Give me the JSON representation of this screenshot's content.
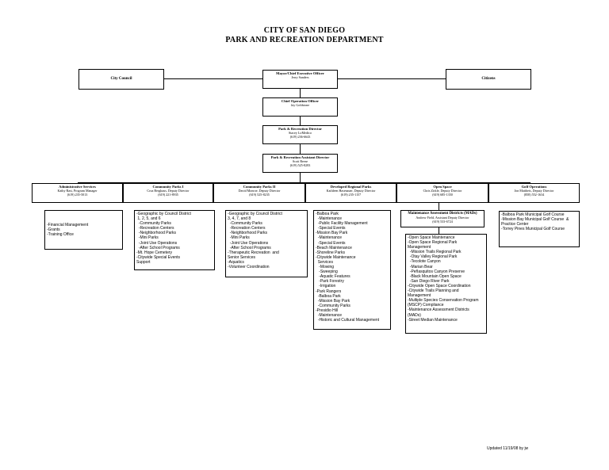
{
  "title_line1": "CITY OF SAN DIEGO",
  "title_line2": "PARK AND RECREATION DEPARTMENT",
  "city_council": "City Council",
  "citizens": "Citizens",
  "mayor": {
    "title": "Mayor/Chief Executive Officer",
    "name": "Jerry Sanders"
  },
  "coo": {
    "title": "Chief Operation Officer",
    "name": "Jay Goldstone"
  },
  "director": {
    "title": "Park & Recreation Director",
    "name": "Stacey LoMedico",
    "phone": "(619) 236-6643"
  },
  "asst_director": {
    "title": "Park & Recreation Assistant Director",
    "name": "Scott Reese",
    "phone": "(619) 525-8283"
  },
  "divisions": [
    {
      "title": "Administrative Services",
      "name": "Kathy Rast, Program Manager",
      "phone": "(619) 235-5013",
      "items": [
        "-Financial Management",
        "-Grants",
        "-Training Office"
      ]
    },
    {
      "title": "Community Parks I",
      "name": "Cruz Berghaus, Deputy Director",
      "phone": "(619) 221-8935",
      "items": [
        "-Geographic by Council District",
        " 1, 2, 5, and 6",
        "  -Community Parks",
        "  -Recreation Centers",
        "  -Neighborhood Parks",
        "  -Mini Parks",
        "  -Joint Use Operations",
        "  -After School Programs",
        "-Mt. Hope Cemetery",
        "-Citywide Special Events",
        "Support"
      ]
    },
    {
      "title": "Community Parks II",
      "name": "David Monroe, Deputy Director",
      "phone": "(619) 525-8235",
      "items": [
        "-Geographic by Council District",
        "3, 4, 7, and 8",
        "  -Community Parks",
        "  -Recreation Centers",
        "  -Neighborhood Parks",
        "  -Mini Parks",
        "  -Joint Use Operations",
        "  -After School Programs",
        "-Therapeutic Recreation  and",
        "Senior Services",
        "-Aquatics",
        "-Volunteer Coordination"
      ]
    },
    {
      "title": "Developed Regional Parks",
      "name": "Kathleen Hasenauer, Deputy Director",
      "phone": "(619) 235-1157",
      "items": [
        "-Balboa Park",
        "  -Maintenance",
        "  -Public Facility Management",
        "  -Special Events",
        "-Mission Bay Park",
        "  -Maintenance",
        "  -Special Events",
        "-Beach Maintenance",
        "-Shoreline Parks",
        "-Citywide Maintenance",
        "  Services",
        "   -Mowing",
        "   -Sweeping",
        "   -Aquatic Features",
        "   -Park Forestry",
        "   -Irrigation",
        "-Park Rangers",
        "  -Balboa Park",
        "  -Mission Bay Park",
        "  -Community Parks",
        "-Presidio Hill",
        "  -Maintenance",
        "  -Historic and Cultural Management"
      ]
    },
    {
      "title": "Open Space",
      "name": "Chris Zirkle, Deputy Director",
      "phone": "(619) 685-1350",
      "sub": {
        "title": "Maintenance Assessment Districts (MADs)",
        "name": "Andrew Field, Assistant Deputy Director",
        "phone": "(619) 533-6724"
      },
      "items": [
        "-Open Space Maintenance",
        "-Open Space Regional Park",
        "Management",
        "  -Mission Trails Regional Park",
        "  -Otay Valley Regional Park",
        "  -Tecolote Canyon",
        "  -Marian Bear",
        "  -Peñasquitos Canyon Preserve",
        "  -Black Mountain Open Space",
        "  -San Diego River Park",
        "-Citywide Open Space Coordination",
        "-Citywide Trails Planning and",
        "Management",
        "-Multiple Species Conservation Program",
        "(MSCP) Compliance",
        "-Maintenance Assessment Districts",
        "(MADs)",
        "-Street Median Maintenance"
      ]
    },
    {
      "title": "Golf Operations",
      "name": "Jon Mattheis, Deputy Director",
      "phone": "(858) 552-1634",
      "items": [
        "-Balboa Park Municipal Golf Course",
        "-Mission Bay Municipal Golf Course  &",
        "Practice Center",
        "-Torrey Pines Municipal Golf Course"
      ]
    }
  ],
  "footer": "Updated 11/19/08 by jw"
}
